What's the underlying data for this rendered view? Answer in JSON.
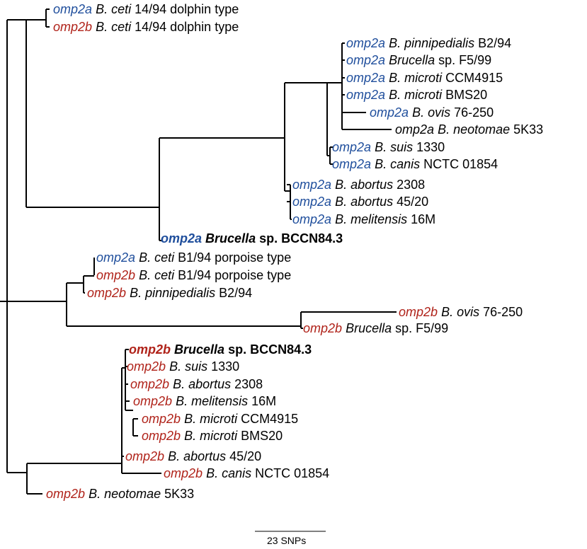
{
  "colors": {
    "blue": "#1f4e9c",
    "red": "#b0231a",
    "line": "#000000"
  },
  "taxa": [
    {
      "gene": "omp2a",
      "species": "B. ceti",
      "suffix": " 14/94 dolphin type",
      "color": "blue",
      "bold": false
    },
    {
      "gene": "omp2b",
      "species": "B. ceti",
      "suffix": " 14/94 dolphin type",
      "color": "red",
      "bold": false
    },
    {
      "gene": "omp2a",
      "species": "B. pinnipedialis",
      "suffix": " B2/94",
      "color": "blue",
      "bold": false
    },
    {
      "gene": "omp2a",
      "species": "Brucella",
      "suffix": " sp. F5/99",
      "color": "blue",
      "bold": false
    },
    {
      "gene": "omp2a",
      "species": "B. microti",
      "suffix": " CCM4915",
      "color": "blue",
      "bold": false
    },
    {
      "gene": "omp2a",
      "species": "B. microti",
      "suffix": " BMS20",
      "color": "blue",
      "bold": false
    },
    {
      "gene": "omp2a",
      "species": "B. ovis",
      "suffix": " 76-250",
      "color": "blue",
      "bold": false
    },
    {
      "gene": "omp2a",
      "species": "B. neotomae",
      "suffix": " 5K33",
      "color": "black",
      "bold": false
    },
    {
      "gene": "omp2a",
      "species": "B. suis",
      "suffix": " 1330",
      "color": "blue",
      "bold": false
    },
    {
      "gene": "omp2a",
      "species": "B. canis",
      "suffix": " NCTC 01854",
      "color": "blue",
      "bold": false
    },
    {
      "gene": "omp2a",
      "species": "B. abortus",
      "suffix": " 2308",
      "color": "blue",
      "bold": false
    },
    {
      "gene": "omp2a",
      "species": "B. abortus",
      "suffix": " 45/20",
      "color": "blue",
      "bold": false
    },
    {
      "gene": "omp2a",
      "species": "B. melitensis",
      "suffix": " 16M",
      "color": "blue",
      "bold": false
    },
    {
      "gene": "omp2a",
      "species": "Brucella",
      "suffix": " sp. BCCN84.3",
      "color": "blue",
      "bold": true
    },
    {
      "gene": "omp2a",
      "species": "B. ceti",
      "suffix": " B1/94 porpoise type",
      "color": "blue",
      "bold": false
    },
    {
      "gene": "omp2b",
      "species": "B. ceti",
      "suffix": " B1/94 porpoise type",
      "color": "red",
      "bold": false
    },
    {
      "gene": "omp2b",
      "species": "B. pinnipedialis",
      "suffix": " B2/94",
      "color": "red",
      "bold": false
    },
    {
      "gene": "omp2b",
      "species": "B. ovis",
      "suffix": " 76-250",
      "color": "red",
      "bold": false
    },
    {
      "gene": "omp2b",
      "species": "Brucella",
      "suffix": " sp. F5/99",
      "color": "red",
      "bold": false
    },
    {
      "gene": "omp2b",
      "species": "Brucella",
      "suffix": " sp. BCCN84.3",
      "color": "red",
      "bold": true
    },
    {
      "gene": "omp2b",
      "species": "B. suis",
      "suffix": " 1330",
      "color": "red",
      "bold": false
    },
    {
      "gene": "omp2b",
      "species": "B. abortus",
      "suffix": " 2308",
      "color": "red",
      "bold": false
    },
    {
      "gene": "omp2b",
      "species": "B. melitensis",
      "suffix": " 16M",
      "color": "red",
      "bold": false
    },
    {
      "gene": "omp2b",
      "species": "B. microti",
      "suffix": " CCM4915",
      "color": "red",
      "bold": false
    },
    {
      "gene": "omp2b",
      "species": "B. microti",
      "suffix": " BMS20",
      "color": "red",
      "bold": false
    },
    {
      "gene": "omp2b",
      "species": "B. abortus",
      "suffix": " 45/20",
      "color": "red",
      "bold": false
    },
    {
      "gene": "omp2b",
      "species": "B. canis",
      "suffix": " NCTC 01854",
      "color": "red",
      "bold": false
    },
    {
      "gene": "omp2b",
      "species": "B. neotomae",
      "suffix": " 5K33",
      "color": "red",
      "bold": false
    }
  ],
  "scale_bar": {
    "label": "23 SNPs"
  }
}
